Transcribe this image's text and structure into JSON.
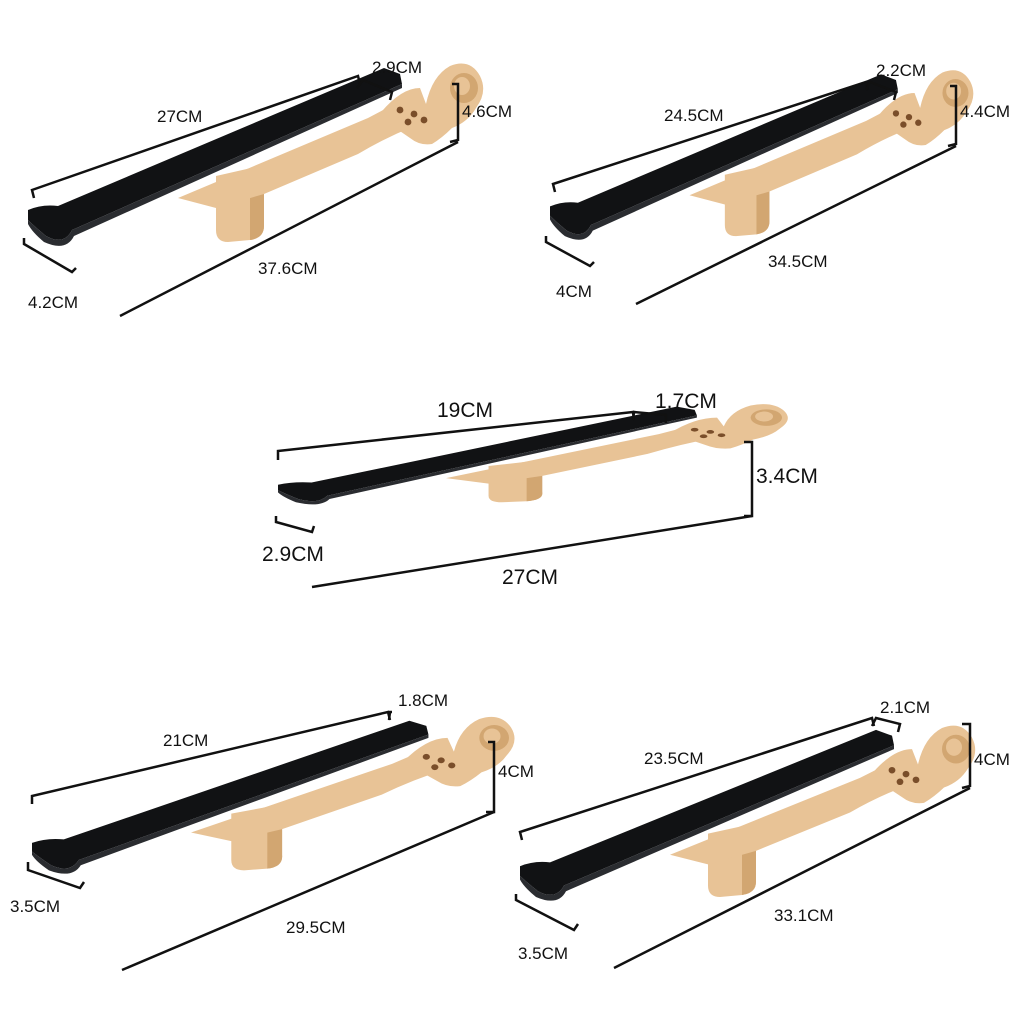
{
  "products": [
    {
      "id": "fingerboard-a",
      "length": "27CM",
      "top_width": "2.9CM",
      "height": "4.6CM",
      "overall_length": "37.6CM",
      "bottom_width": "4.2CM"
    },
    {
      "id": "fingerboard-b",
      "length": "24.5CM",
      "top_width": "2.2CM",
      "height": "4.4CM",
      "overall_length": "34.5CM",
      "bottom_width": "4CM"
    },
    {
      "id": "fingerboard-c",
      "length": "19CM",
      "top_width": "1.7CM",
      "height": "3.4CM",
      "overall_length": "27CM",
      "bottom_width": "2.9CM"
    },
    {
      "id": "fingerboard-d",
      "length": "21CM",
      "top_width": "1.8CM",
      "height": "4CM",
      "overall_length": "29.5CM",
      "bottom_width": "3.5CM"
    },
    {
      "id": "fingerboard-e",
      "length": "23.5CM",
      "top_width": "2.1CM",
      "height": "4CM",
      "overall_length": "33.1CM",
      "bottom_width": "3.5CM"
    }
  ],
  "colors": {
    "fingerboard": "#111214",
    "wood": "#e8c396",
    "dimension_line": "#111111"
  }
}
